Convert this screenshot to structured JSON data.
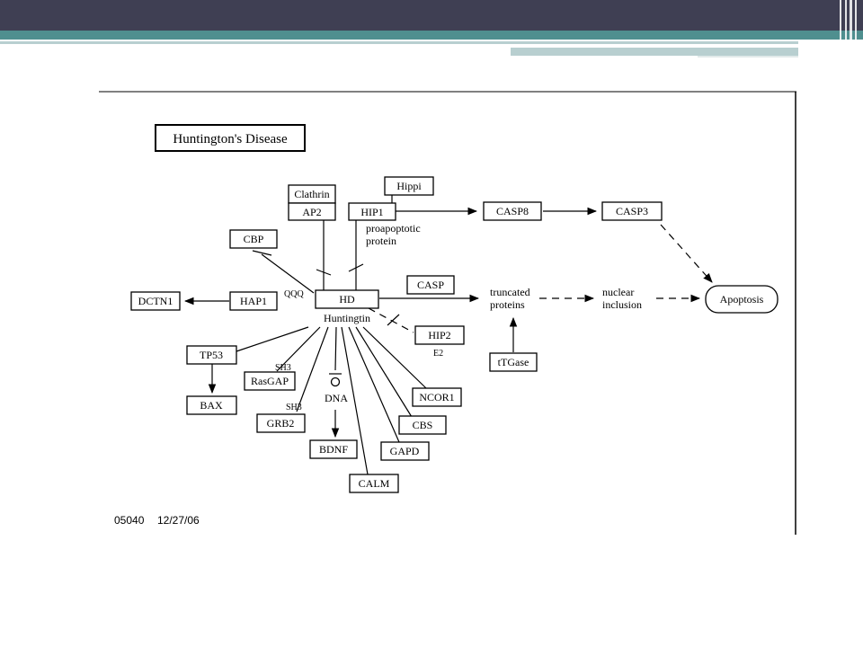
{
  "diagram": {
    "title": "Huntington's Disease",
    "footer_id": "05040",
    "footer_date": "12/27/06",
    "nodes": {
      "hd": "HD",
      "huntingtin": "Huntingtin",
      "clathrin": "Clathrin",
      "ap2": "AP2",
      "hip1": "HIP1",
      "hippi": "Hippi",
      "casp8": "CASP8",
      "casp3": "CASP3",
      "cbp": "CBP",
      "casp": "CASP",
      "dctn1": "DCTN1",
      "hap1": "HAP1",
      "hip2": "HIP2",
      "tp53": "TP53",
      "rasgap": "RasGAP",
      "bax": "BAX",
      "grb2": "GRB2",
      "bdnf": "BDNF",
      "calm": "CALM",
      "gapd": "GAPD",
      "cbs": "CBS",
      "ncor1": "NCOR1",
      "tgase": "tTGase",
      "apoptosis": "Apoptosis"
    },
    "labels": {
      "proapoptotic_1": "proapoptotic",
      "proapoptotic_2": "protein",
      "truncated_1": "truncated",
      "truncated_2": "proteins",
      "nuclear_1": "nuclear",
      "nuclear_2": "inclusion",
      "qqq": "QQQ",
      "sh3_a": "SH3",
      "sh3_b": "SH3",
      "dna": "DNA",
      "e2": "E2"
    },
    "colors": {
      "hd_text": "#c0202a"
    }
  }
}
